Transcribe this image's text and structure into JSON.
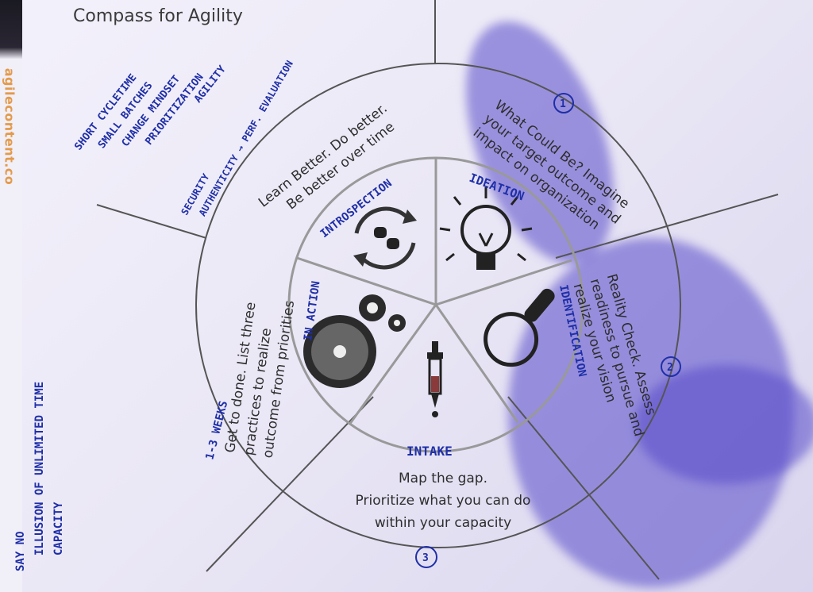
{
  "title": "Compass for Agility",
  "brand": "agilecontent.co",
  "segments": {
    "ideation": {
      "heading": "What Could Be? Imagine",
      "line2": "your target outcome and",
      "line3": "impact on organization",
      "tag": "IDEATION",
      "number": "1"
    },
    "reality": {
      "line1": "Reality Check. Assess",
      "line2": "readiness to pursue and",
      "line3": "realize your vision",
      "tag": "IDENTIFICATION",
      "number": "2"
    },
    "gap": {
      "line1": "Map the gap.",
      "line2": "Prioritize what you can do",
      "line3": "within your capacity",
      "tag": "INTAKE",
      "number": "3"
    },
    "done": {
      "line1": "Get to done. List three",
      "line2": "practices to realize",
      "line3": "outcome from priorities",
      "tag": "IN ACTION"
    },
    "learn": {
      "line1": "Learn Better. Do better.",
      "line2": "Be better over time",
      "tag": "INTROSPECTION"
    }
  },
  "handwritten": {
    "notes_top": [
      "SHORT CYCLETIME",
      "SMALL BATCHES",
      "CHANGE MINDSET",
      "PRIORITIZATION",
      "AGILITY"
    ],
    "notes_mid": [
      "SECURITY",
      "AUTHENTICITY → PERF. EVALUATION"
    ],
    "weeks": "1-3 WEEKS",
    "notes_left": [
      "SAY NO",
      "ILLUSION OF UNLIMITED TIME",
      "CAPACITY"
    ]
  },
  "colors": {
    "ink": "#1f2fa8",
    "line": "#555555",
    "shadow": "#5648c8"
  }
}
